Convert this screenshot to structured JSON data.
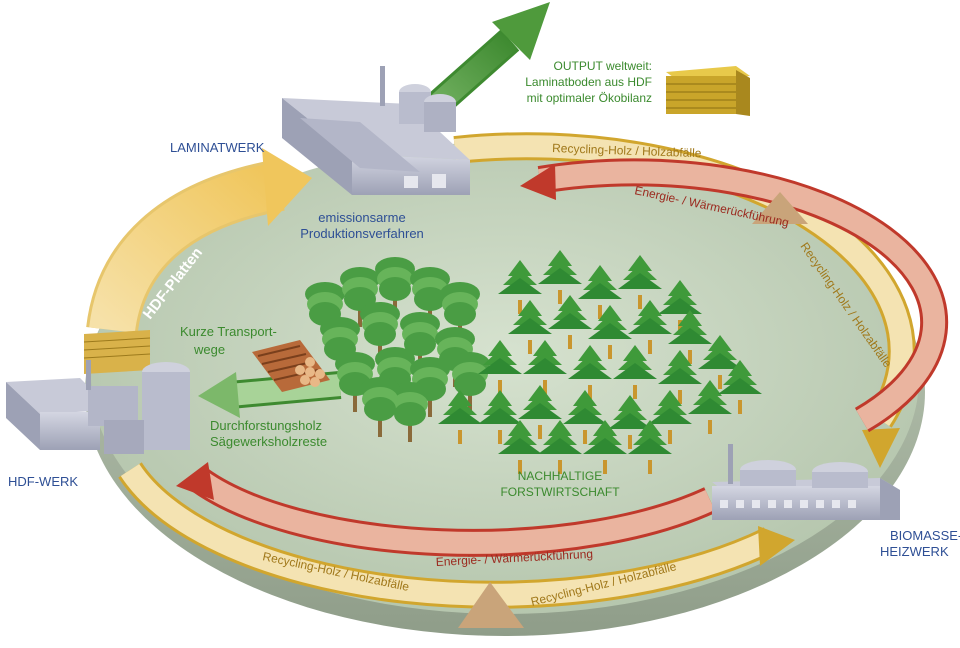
{
  "labels": {
    "laminatwerk": "LAMINATWERK",
    "hdf_werk": "HDF-WERK",
    "biomasse_1": "BIOMASSE-",
    "biomasse_2": "HEIZWERK",
    "output_1": "OUTPUT weltweit:",
    "output_2": "Laminatboden aus HDF",
    "output_3": "mit optimaler Ökobilanz",
    "emission_1": "emissionsarme",
    "emission_2": "Produktionsverfahren",
    "transport_1": "Kurze Transport-",
    "transport_2": "wege",
    "durch_1": "Durchforstungsholz",
    "durch_2": "Sägewerksholzreste",
    "forst_1": "NACHHALTIGE",
    "forst_2": "FORSTWIRTSCHAFT",
    "hdf_platten": "HDF-Platten",
    "recycling": "Recycling-Holz / Holzabfälle",
    "energie": "Energie- / Wärmerückführung"
  },
  "colors": {
    "ellipse_fill": "#c5d3bd",
    "ellipse_rim": "#9fb098",
    "recycling_arrow": "#d1a62e",
    "energy_arrow": "#c0392b",
    "platten_arrow": "#f0c65c",
    "output_arrow": "#4f9a3c",
    "durch_arrow": "#4f9a3c",
    "label_blue": "#2e4f95",
    "label_green": "#3b8a2e",
    "tree_dark": "#2f8a33",
    "tree_light": "#67b45a"
  },
  "icons": {
    "laminatwerk": "factory-icon",
    "hdf_werk": "factory-icon",
    "biomasse": "power-plant-icon",
    "output": "board-stack-icon",
    "logs": "log-pile-icon",
    "sawdust": "sawdust-pile-icon"
  }
}
